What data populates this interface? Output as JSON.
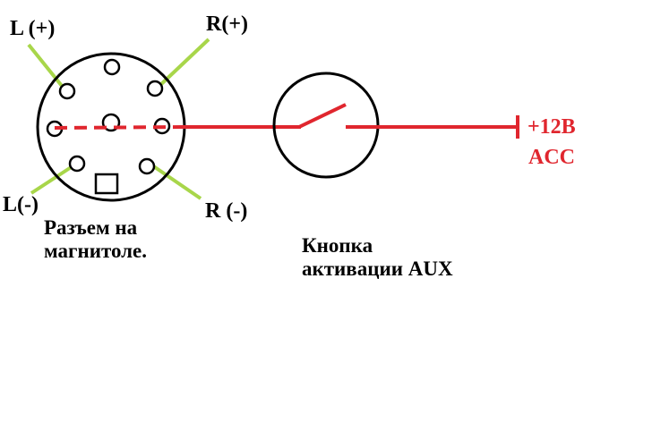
{
  "labels": {
    "l_plus": "L (+)",
    "r_plus": "R(+)",
    "l_minus": "L(-)",
    "r_minus": "R (-)",
    "connector_caption_line1": "Разъем на",
    "connector_caption_line2": "магнитоле.",
    "button_caption_line1": "Кнопка",
    "button_caption_line2": "активации AUX",
    "power_line1": "+12В",
    "power_line2": "ACC"
  },
  "colors": {
    "wire": "#e0262e",
    "speaker_leads": "#a8d64a",
    "outline": "#000000"
  }
}
